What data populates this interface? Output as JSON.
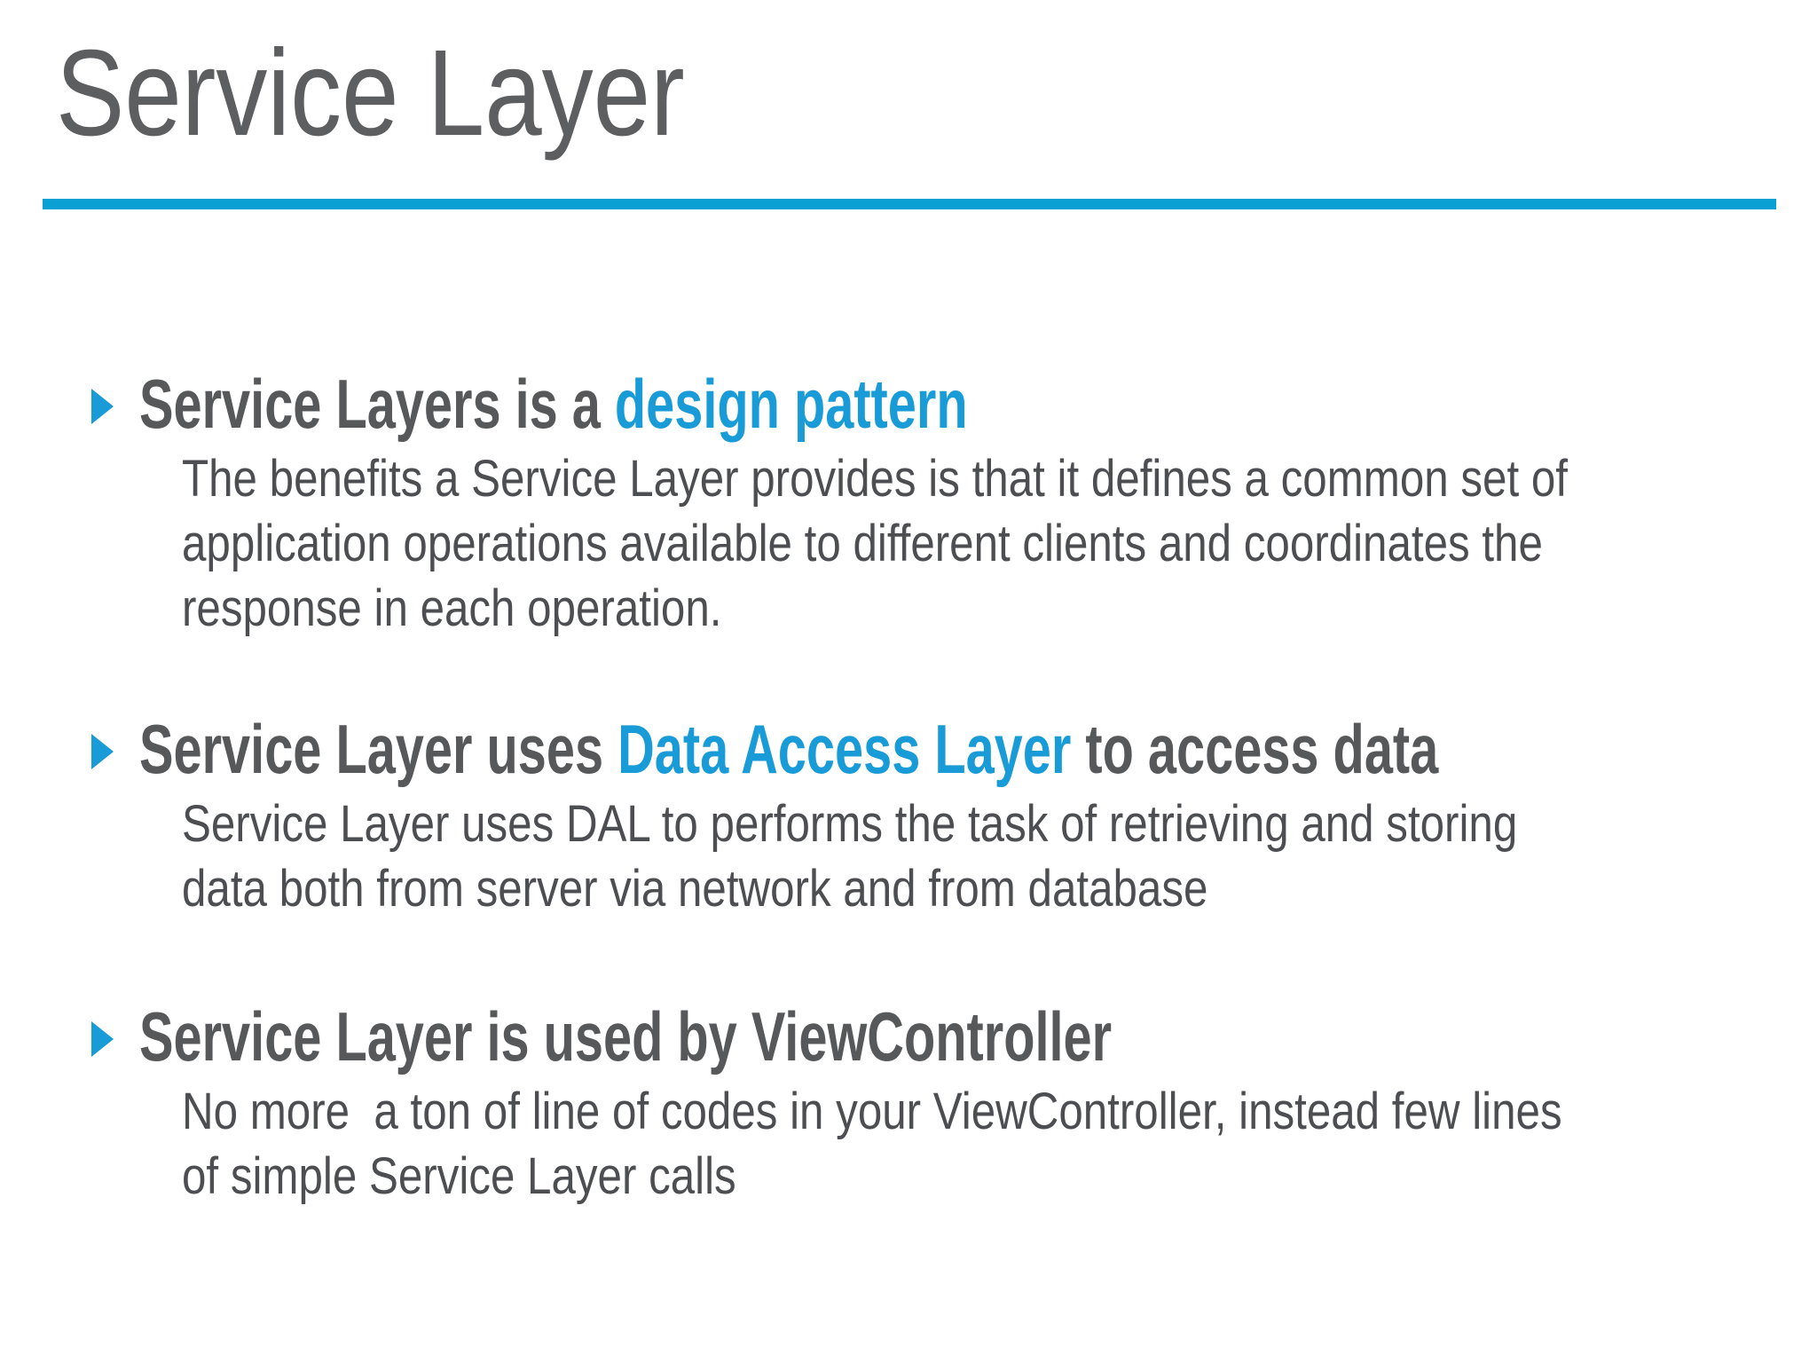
{
  "slide": {
    "title": "Service Layer"
  },
  "colors": {
    "accent_cyan_text": "#189BD6",
    "rule_cyan": "#0AA0D4",
    "title_gray": "#5D5E60",
    "heading_gray": "#57585A",
    "body_gray": "#4C4E51",
    "background": "#FFFFFF"
  },
  "icons": {
    "bullet_marker": "right-triangle-icon"
  },
  "bullets": [
    {
      "heading": [
        {
          "text": "Service Layers is a "
        },
        {
          "text": "design pattern"
        }
      ],
      "lines": [
        "The benefits a Service Layer provides is that it defines a common set of",
        "application operations available to different clients and coordinates the",
        "response in each operation."
      ]
    },
    {
      "heading": [
        {
          "text": "Service Layer uses "
        },
        {
          "text": "Data Access Layer"
        },
        {
          "text": " to access data"
        }
      ],
      "lines": [
        "Service Layer uses DAL to performs the task of retrieving and storing",
        "data both from server via network and from database"
      ]
    },
    {
      "heading": [
        {
          "text": "Service Layer is used by ViewController"
        }
      ],
      "lines": [
        "No more  a ton of line of codes in your ViewController, instead few lines",
        "of simple Service Layer calls"
      ]
    }
  ]
}
